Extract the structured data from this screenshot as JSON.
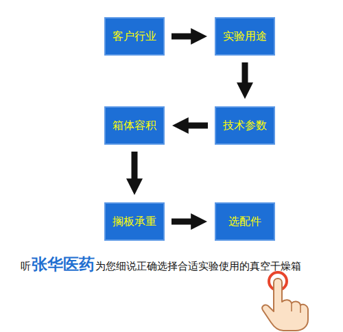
{
  "diagram": {
    "nodes": [
      {
        "text": [
          "客户行业"
        ]
      },
      {
        "text": [
          "实验用途"
        ]
      },
      {
        "text": [
          "技术参数"
        ]
      },
      {
        "text": [
          "箱体容积"
        ]
      },
      {
        "text": [
          "搁板承重"
        ]
      },
      {
        "text": [
          "选配件"
        ]
      }
    ],
    "edges": [
      {
        "from": 0,
        "to": 1,
        "arrow": "to"
      },
      {
        "from": 1,
        "to": 2,
        "arrow": "to"
      },
      {
        "from": 2,
        "to": 3,
        "arrow": "to"
      },
      {
        "from": 3,
        "to": 4,
        "arrow": "to"
      },
      {
        "from": 4,
        "to": 5,
        "arrow": "to"
      }
    ],
    "labels": [
      "听",
      "张华医药",
      "为您细说正确选择合适实验使用的真空干燥箱"
    ]
  }
}
